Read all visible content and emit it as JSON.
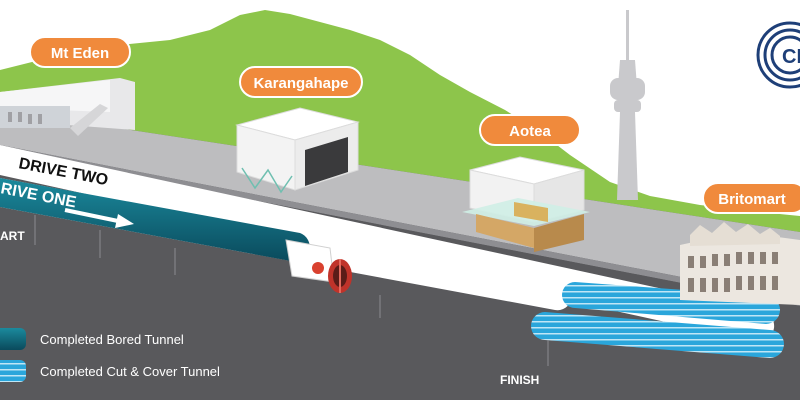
{
  "stations": [
    {
      "name": "Mt Eden"
    },
    {
      "name": "Karangahape"
    },
    {
      "name": "Aotea"
    },
    {
      "name": "Britomart"
    }
  ],
  "drives": {
    "two": "DRIVE TWO",
    "one": "RIVE ONE"
  },
  "markers": {
    "start": "ART",
    "finish": "FINISH"
  },
  "legend": {
    "bored": "Completed Bored Tunnel",
    "cut_cover": "Completed Cut & Cover Tunnel"
  },
  "logo": {
    "text": "CI"
  },
  "colors": {
    "ground": "#5b5b5e",
    "road": "#bdbdbf",
    "grass": "#8cc54a",
    "badge": "#f08a3c",
    "bored": "#0f5f72",
    "cut_cover": "#2ea3d8",
    "logo": "#1e3f78"
  }
}
